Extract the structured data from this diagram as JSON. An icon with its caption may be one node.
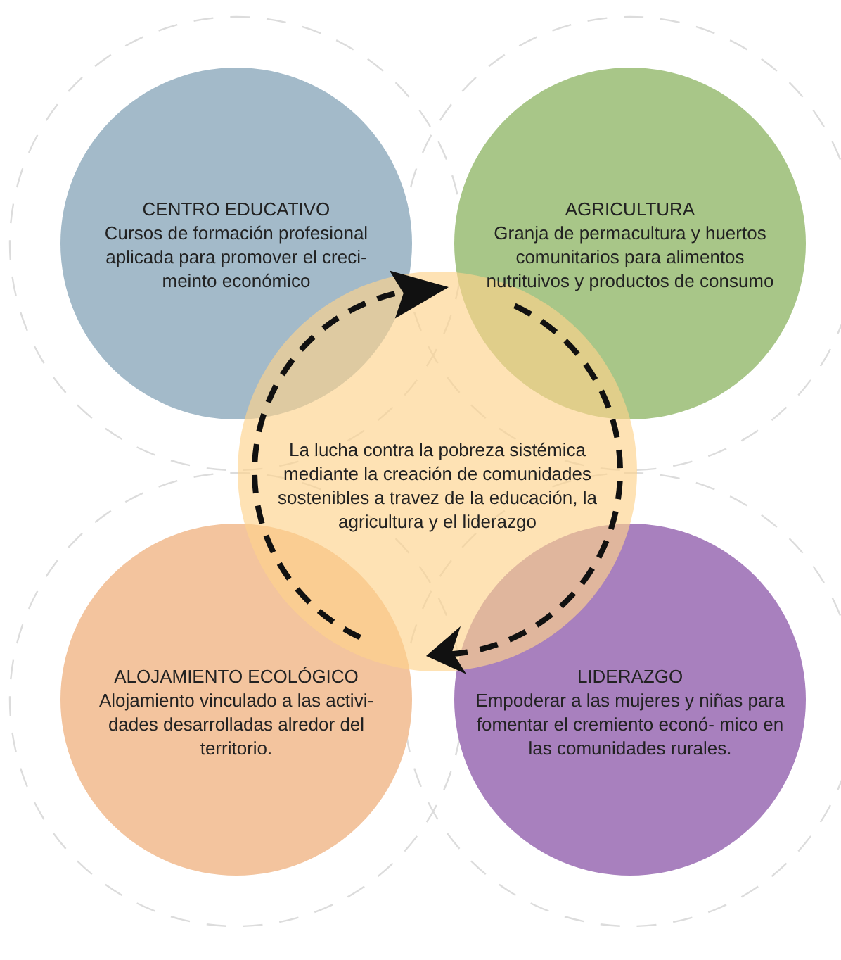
{
  "diagram": {
    "nodes": [
      {
        "text": [
          "CENTRO EDUCATIVO",
          "Cursos de formación profesional aplicada para promover el creci- meinto económico"
        ]
      },
      {
        "text": [
          "AGRICULTURA",
          "Granja de permacultura y huertos comunitarios para alimentos nutrituivos y productos de consumo"
        ]
      },
      {
        "text": [
          "La lucha contra la pobreza sistémica mediante la creación de comunidades sostenibles a travez de la educación, la agricultura y el liderazgo"
        ]
      },
      {
        "text": [
          "ALOJAMIENTO ECOLÓGICO",
          "Alojamiento vinculado a las activi- dades desarrolladas alredor del territorio."
        ]
      },
      {
        "text": [
          "LIDERAZGO",
          "Empoderar a las mujeres y niñas para fomentar el cremiento econó- mico en las comunidades rurales."
        ]
      }
    ]
  }
}
